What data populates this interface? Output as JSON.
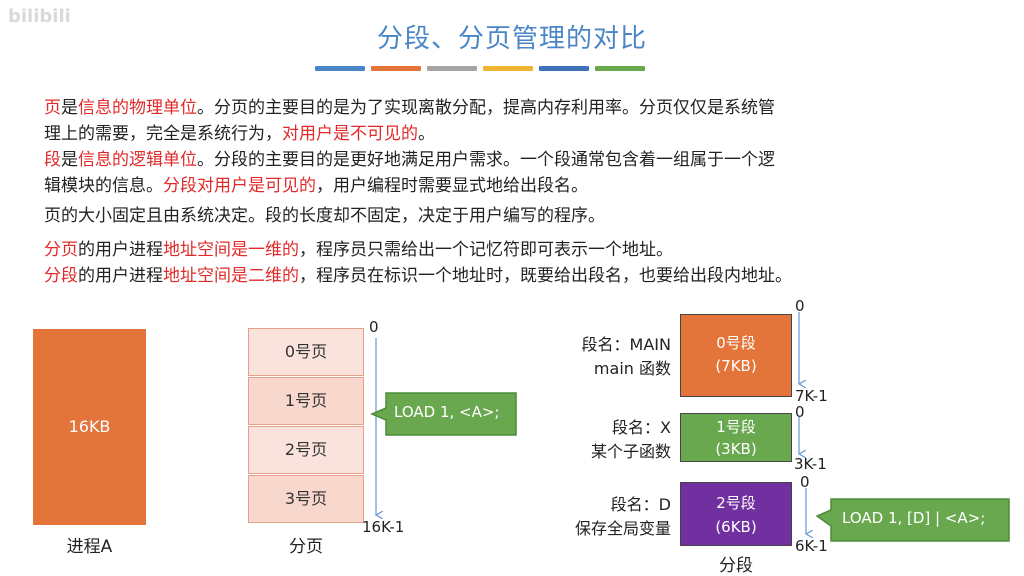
{
  "watermark": "bilibili",
  "title": "分段、分页管理的对比",
  "title_bar_colors": [
    "#4a86c6",
    "#e4753a",
    "#a5a5a5",
    "#f1b531",
    "#3f72b8",
    "#6aa84f"
  ],
  "paragraphs": {
    "p1_line1": [
      {
        "text": "页",
        "red": true
      },
      {
        "text": "是",
        "red": false
      },
      {
        "text": "信息的物理单位",
        "red": true
      },
      {
        "text": "。分页的主要目的是为了实现离散分配，提高内存利用率。分页仅仅是系统管",
        "red": false
      }
    ],
    "p1_line2": [
      {
        "text": "理上的需要，完全是系统行为，",
        "red": false
      },
      {
        "text": "对用户是不可见的",
        "red": true
      },
      {
        "text": "。",
        "red": false
      }
    ],
    "p2_line1": [
      {
        "text": "段",
        "red": true
      },
      {
        "text": "是",
        "red": false
      },
      {
        "text": "信息的逻辑单位",
        "red": true
      },
      {
        "text": "。分段的主要目的是更好地满足用户需求。一个段通常包含着一组属于一个逻",
        "red": false
      }
    ],
    "p2_line2": [
      {
        "text": "辑模块的信息。",
        "red": false
      },
      {
        "text": "分段对用户是可见的",
        "red": true
      },
      {
        "text": "，用户编程时需要显式地给出段名。",
        "red": false
      }
    ],
    "p3_line1": [
      {
        "text": "页的大小固定且由系统决定。段的长度却不固定，决定于用户编写的程序。",
        "red": false
      }
    ],
    "p4_line1": [
      {
        "text": "分页",
        "red": true
      },
      {
        "text": "的用户进程",
        "red": false
      },
      {
        "text": "地址空间是一维的",
        "red": true
      },
      {
        "text": "，程序员只需给出一个记忆符即可表示一个地址。",
        "red": false
      }
    ],
    "p4_line2": [
      {
        "text": "分段",
        "red": true
      },
      {
        "text": "的用户进程",
        "red": false
      },
      {
        "text": "地址空间是二维的",
        "red": true
      },
      {
        "text": "，程序员在标识一个地址时，既要给出段名，也要给出段内地址。",
        "red": false
      }
    ]
  },
  "process": {
    "size": "16KB",
    "label": "进程A"
  },
  "paging": {
    "pages": [
      "0号页",
      "1号页",
      "2号页",
      "3号页"
    ],
    "label": "分页",
    "tick_start": "0",
    "tick_end": "16K-1",
    "instruction": "LOAD 1, <A>;"
  },
  "segmentation": {
    "label": "分段",
    "segments": [
      {
        "name_line1": "段名：MAIN",
        "name_line2": "main 函数",
        "title": "0号段",
        "size": "(7KB)",
        "start": "0",
        "end": "7K-1",
        "color": "#e4753a"
      },
      {
        "name_line1": "段名：X",
        "name_line2": "某个子函数",
        "title": "1号段",
        "size": "(3KB)",
        "start": "0",
        "end": "3K-1",
        "color": "#6aa84f"
      },
      {
        "name_line1": "段名：D",
        "name_line2": "保存全局变量",
        "title": "2号段",
        "size": "(6KB)",
        "start": "0",
        "end": "6K-1",
        "color": "#7030a0"
      }
    ],
    "instruction": "LOAD 1, [D] | <A>;"
  }
}
